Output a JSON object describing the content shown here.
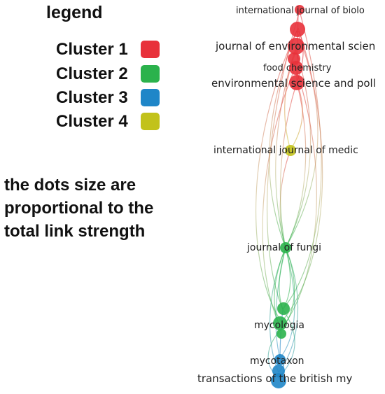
{
  "legend": {
    "title": "legend",
    "items": [
      {
        "label": "Cluster 1",
        "color": "#e8313a"
      },
      {
        "label": "Cluster 2",
        "color": "#2bb24c"
      },
      {
        "label": "Cluster 3",
        "color": "#1f86c8"
      },
      {
        "label": "Cluster 4",
        "color": "#c2c21a"
      }
    ]
  },
  "note": "the dots size are proportional to the total link strength",
  "network": {
    "nodes": [
      {
        "id": "ijb",
        "label": "international journal of biolo",
        "cluster": 1
      },
      {
        "id": "jes",
        "label": "journal of environmental scien",
        "cluster": 1
      },
      {
        "id": "fc",
        "label": "food chemistry",
        "cluster": 1
      },
      {
        "id": "esp",
        "label": "environmental science and poll",
        "cluster": 1
      },
      {
        "id": "ijm",
        "label": "international journal of medic",
        "cluster": 4
      },
      {
        "id": "jof",
        "label": "journal of fungi",
        "cluster": 2
      },
      {
        "id": "myc",
        "label": "mycologia",
        "cluster": 2
      },
      {
        "id": "mycx",
        "label": "mycotaxon",
        "cluster": 3
      },
      {
        "id": "tbm",
        "label": "transactions of the british my",
        "cluster": 3
      }
    ]
  }
}
